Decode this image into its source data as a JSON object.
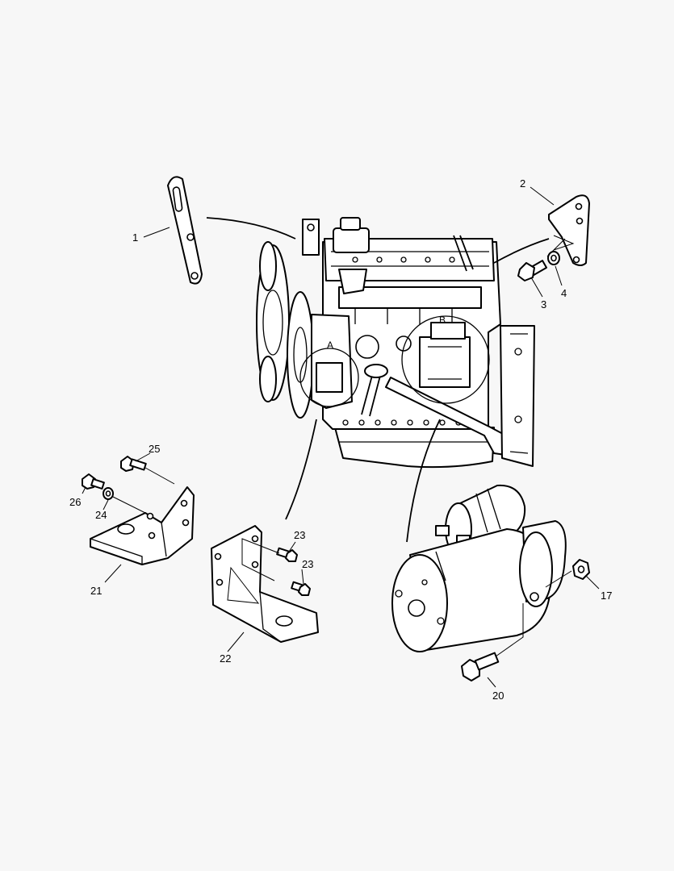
{
  "diagram": {
    "background_color": "#f7f7f7",
    "line_color": "#000000",
    "callouts": {
      "c1": "1",
      "c2": "2",
      "c3": "3",
      "c4": "4",
      "c17": "17",
      "c20": "20",
      "c21": "21",
      "c22": "22",
      "c23a": "23",
      "c23b": "23",
      "c24": "24",
      "c25": "25",
      "c26": "26"
    },
    "detail_refs": {
      "a": "A",
      "b": "B"
    }
  }
}
